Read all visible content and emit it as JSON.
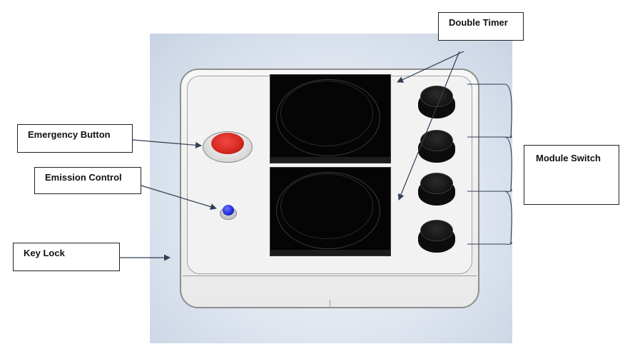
{
  "labels": {
    "emergency": "Emergency Button",
    "emission": "Emission Control",
    "key_lock": "Key Lock",
    "double_timer": "Double Timer",
    "module_switch": "Module Switch"
  },
  "colors": {
    "emergency_button": "#d4261f",
    "emission_led": "#1d2bd8",
    "display": "#050505",
    "module_knob": "#0c0c0c",
    "device_body": "#f2f2f2"
  }
}
